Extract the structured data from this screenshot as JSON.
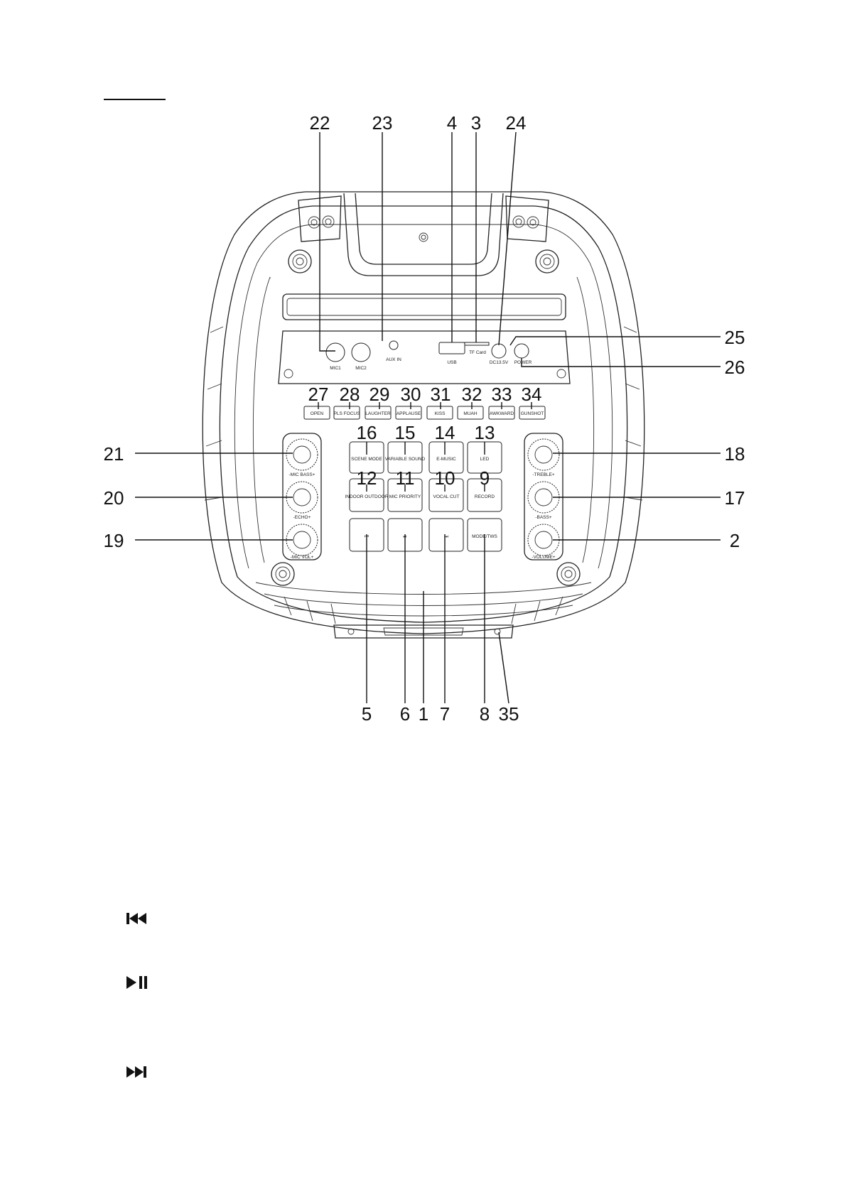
{
  "diagram": {
    "callouts_top": [
      "22",
      "23",
      "4",
      "3",
      "24"
    ],
    "callouts_right": [
      "25",
      "26",
      "18",
      "17",
      "2"
    ],
    "callouts_left": [
      "21",
      "20",
      "19"
    ],
    "callouts_bottom": [
      "5",
      "6",
      "1",
      "7",
      "8",
      "35"
    ],
    "panel_callouts": [
      "27",
      "28",
      "29",
      "30",
      "31",
      "32",
      "33",
      "34",
      "16",
      "15",
      "14",
      "13",
      "12",
      "11",
      "10",
      "9"
    ],
    "port_labels": {
      "mic1": "MIC1",
      "mic2": "MIC2",
      "aux_in": "AUX IN",
      "usb": "USB",
      "tf_card": "TF Card",
      "dc": "DC13.5V",
      "power": "POWER"
    },
    "effect_buttons": [
      "OPEN",
      "PLS FOCUS",
      "LAUGHTER",
      "APPLAUSE",
      "KISS",
      "MUAH",
      "AWKWARD",
      "GUNSHOT"
    ],
    "function_buttons_row1": [
      "SCENE MODE",
      "VARIABLE SOUND",
      "E-MUSIC",
      "LED"
    ],
    "function_buttons_row2": [
      "INDOOR OUTDOOR",
      "MIC PRIORITY",
      "VOCAL CUT",
      "RECORD"
    ],
    "function_buttons_row3": [
      "⏮",
      "⏯",
      "⏭",
      "MODE/TWS"
    ],
    "knob_labels_left": [
      "-MIC BASS+",
      "-ECHO+",
      "-MIC VOL+"
    ],
    "knob_labels_right": [
      "-TREBLE+",
      "-BASS+",
      "-VOLUME+"
    ]
  },
  "legend_icons": [
    "previous-track-icon",
    "play-pause-icon",
    "next-track-icon"
  ]
}
